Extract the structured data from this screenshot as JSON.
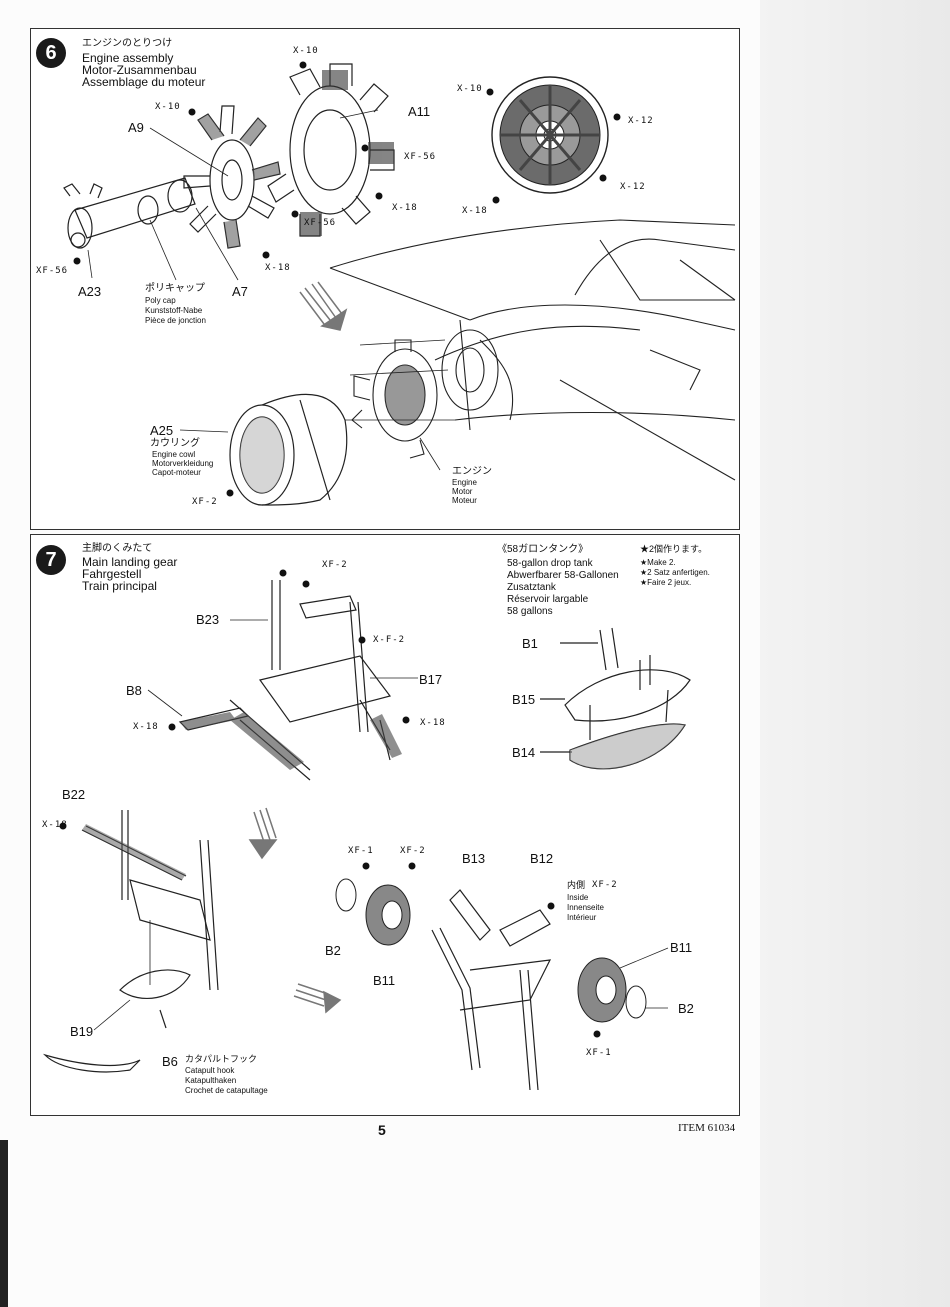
{
  "step6": {
    "number": "6",
    "title_jp": "エンジンのとりつけ",
    "title_en": "Engine assembly",
    "title_de": "Motor-Zusammenbau",
    "title_fr": "Assemblage du moteur",
    "parts": {
      "a9": "A9",
      "a11": "A11",
      "a7": "A7",
      "a23": "A23",
      "a25": "A25"
    },
    "colors": {
      "x10_a": "X-10",
      "x10_b": "X-10",
      "x10_c": "X-10",
      "xf56_a": "XF-56",
      "xf56_b": "XF-56",
      "xf56_c": "XF-56",
      "x18_a": "X-18",
      "x18_b": "X-18",
      "x18_c": "X-18",
      "x12_a": "X-12",
      "x12_b": "X-12",
      "xf2": "XF-2"
    },
    "polycap": {
      "jp": "ポリキャップ",
      "en": "Poly cap",
      "de": "Kunststoff-Nabe",
      "fr": "Pièce de jonction"
    },
    "cowl": {
      "jp": "カウリング",
      "en": "Engine cowl",
      "de": "Motorverkleidung",
      "fr": "Capot-moteur"
    },
    "engine": {
      "jp": "エンジン",
      "en": "Engine",
      "de": "Motor",
      "fr": "Moteur"
    }
  },
  "step7": {
    "number": "7",
    "title_jp": "主脚のくみたて",
    "title_en": "Main landing gear",
    "title_de": "Fahrgestell",
    "title_fr": "Train principal",
    "tank": {
      "jp": "《58ガロンタンク》",
      "en": "58-gallon drop tank",
      "de": "Abwerfbarer 58-Gallonen",
      "de2": "Zusatztank",
      "fr": "Réservoir largable",
      "fr2": "58 gallons"
    },
    "make2": {
      "jp": "★2個作ります。",
      "en": "★Make 2.",
      "de": "★2 Satz anfertigen.",
      "fr": "★Faire 2 jeux."
    },
    "parts": {
      "b23": "B23",
      "b17": "B17",
      "b8": "B8",
      "b1": "B1",
      "b15": "B15",
      "b14": "B14",
      "b22": "B22",
      "b13": "B13",
      "b12": "B12",
      "b11_a": "B11",
      "b11_b": "B11",
      "b2_a": "B2",
      "b2_b": "B2",
      "b19": "B19",
      "b6": "B6"
    },
    "colors": {
      "xf2_a": "XF-2",
      "xf2_b": "X-F-2",
      "xf2_c": "XF-2",
      "xf2_d": "XF-2",
      "x18_a": "X-18",
      "x18_b": "X-18",
      "x18_c": "X-18",
      "xf1_a": "XF-1",
      "xf1_b": "XF-1"
    },
    "inside": {
      "jp": "内側",
      "en": "Inside",
      "de": "Innenseite",
      "fr": "Intérieur"
    },
    "catapult": {
      "jp": "カタパルトフック",
      "en": "Catapult hook",
      "de": "Katapulthaken",
      "fr": "Crochet de catapultage"
    }
  },
  "footer": {
    "page_number": "5",
    "item_number": "ITEM 61034"
  }
}
